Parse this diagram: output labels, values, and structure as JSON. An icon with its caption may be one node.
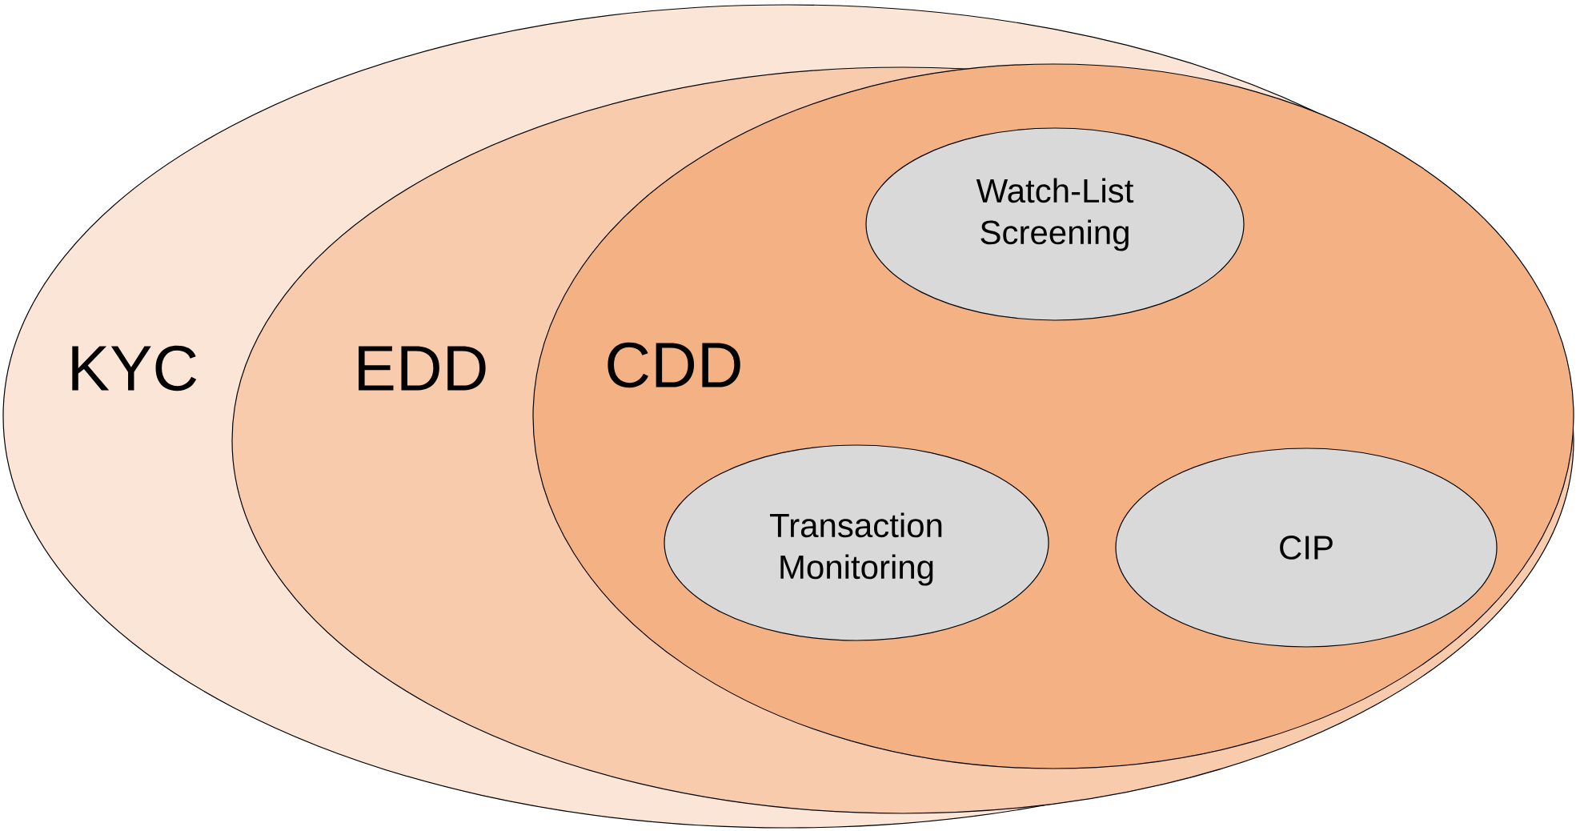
{
  "diagram": {
    "nodes": [
      {
        "text": [
          "KYC"
        ]
      },
      {
        "text": [
          "EDD"
        ],
        "in": 0
      },
      {
        "text": [
          "CDD"
        ],
        "in": 1
      },
      {
        "text": [
          "Watch-List Screening"
        ],
        "in": 2
      },
      {
        "text": [
          "Transaction Monitoring"
        ],
        "in": 2
      },
      {
        "text": [
          "CIP"
        ],
        "in": 2
      }
    ]
  }
}
